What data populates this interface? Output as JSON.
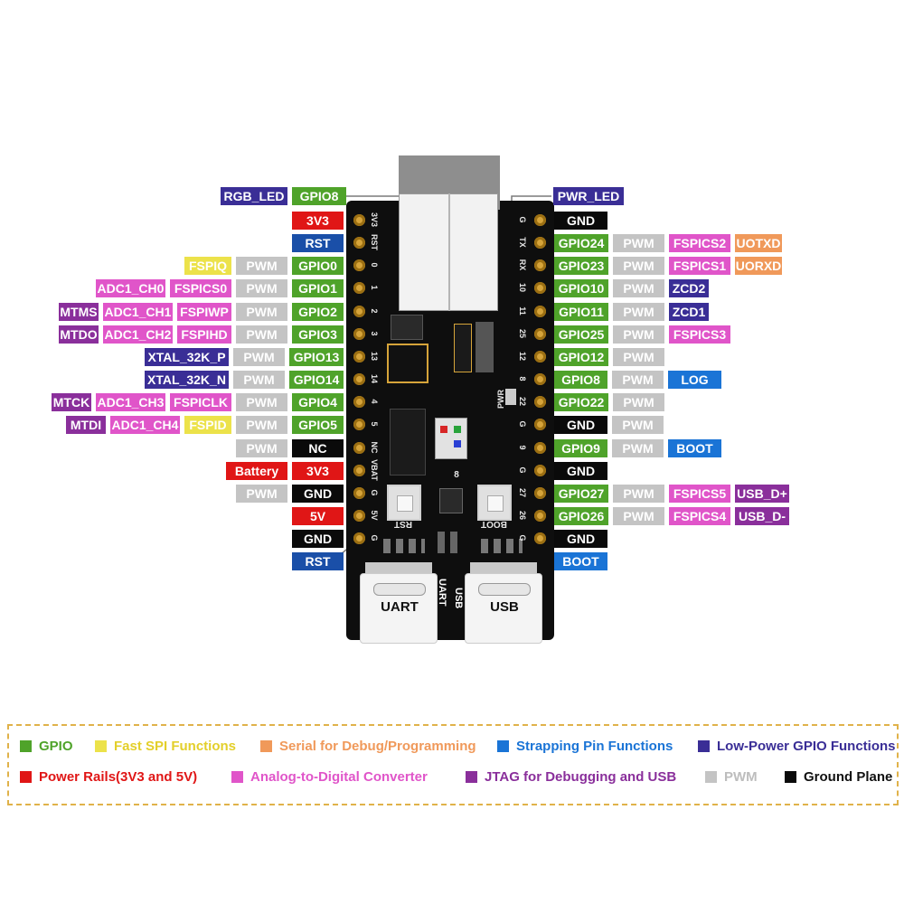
{
  "colors": {
    "gpio": "#4fa32a",
    "spi": "#ece24a",
    "serial": "#f0995a",
    "strap": "#1a74d6",
    "lp": "#3a2e96",
    "power": "#e01616",
    "adc": "#e055c9",
    "jtag": "#8a2f9b",
    "pwm": "#c4c4c4",
    "gnd": "#0a0a0a",
    "rtc": "#3a2e96",
    "vbat_red": "#e01616",
    "rst_blue": "#1a4fa8"
  },
  "top_labels": {
    "rgb_led": "RGB_LED",
    "gpio8": "GPIO8",
    "pwr_led": "PWR_LED"
  },
  "left_rows": [
    {
      "cells": [
        {
          "t": "3V3",
          "c": "power"
        }
      ]
    },
    {
      "cells": [
        {
          "t": "RST",
          "c": "rst_blue"
        }
      ]
    },
    {
      "cells": [
        {
          "t": "FSPIQ",
          "c": "spi"
        },
        {
          "t": "PWM",
          "c": "pwm"
        },
        {
          "t": "GPIO0",
          "c": "gpio"
        }
      ]
    },
    {
      "cells": [
        {
          "t": "ADC1_CH0",
          "c": "adc"
        },
        {
          "t": "FSPICS0",
          "c": "adc"
        },
        {
          "t": "PWM",
          "c": "pwm"
        },
        {
          "t": "GPIO1",
          "c": "gpio"
        }
      ]
    },
    {
      "cells": [
        {
          "t": "MTMS",
          "c": "jtag"
        },
        {
          "t": "ADC1_CH1",
          "c": "adc"
        },
        {
          "t": "FSPIWP",
          "c": "adc"
        },
        {
          "t": "PWM",
          "c": "pwm"
        },
        {
          "t": "GPIO2",
          "c": "gpio"
        }
      ]
    },
    {
      "cells": [
        {
          "t": "MTDO",
          "c": "jtag"
        },
        {
          "t": "ADC1_CH2",
          "c": "adc"
        },
        {
          "t": "FSPIHD",
          "c": "adc"
        },
        {
          "t": "PWM",
          "c": "pwm"
        },
        {
          "t": "GPIO3",
          "c": "gpio"
        }
      ]
    },
    {
      "cells": [
        {
          "t": "XTAL_32K_P",
          "c": "lp"
        },
        {
          "t": "PWM",
          "c": "pwm"
        },
        {
          "t": "GPIO13",
          "c": "gpio"
        }
      ]
    },
    {
      "cells": [
        {
          "t": "XTAL_32K_N",
          "c": "lp"
        },
        {
          "t": "PWM",
          "c": "pwm"
        },
        {
          "t": "GPIO14",
          "c": "gpio"
        }
      ]
    },
    {
      "cells": [
        {
          "t": "MTCK",
          "c": "jtag"
        },
        {
          "t": "ADC1_CH3",
          "c": "adc"
        },
        {
          "t": "FSPICLK",
          "c": "adc"
        },
        {
          "t": "PWM",
          "c": "pwm"
        },
        {
          "t": "GPIO4",
          "c": "gpio"
        }
      ]
    },
    {
      "cells": [
        {
          "t": "MTDI",
          "c": "jtag"
        },
        {
          "t": "ADC1_CH4",
          "c": "adc"
        },
        {
          "t": "FSPID",
          "c": "spi"
        },
        {
          "t": "PWM",
          "c": "pwm"
        },
        {
          "t": "GPIO5",
          "c": "gpio"
        }
      ]
    },
    {
      "cells": [
        {
          "t": "PWM",
          "c": "pwm"
        },
        {
          "t": "NC",
          "c": "gnd"
        }
      ]
    },
    {
      "cells": [
        {
          "t": "Battery",
          "c": "power"
        },
        {
          "t": "3V3",
          "c": "power"
        }
      ]
    },
    {
      "cells": [
        {
          "t": "PWM",
          "c": "pwm"
        },
        {
          "t": "GND",
          "c": "gnd"
        }
      ]
    },
    {
      "cells": [
        {
          "t": "5V",
          "c": "power"
        }
      ]
    },
    {
      "cells": [
        {
          "t": "GND",
          "c": "gnd"
        }
      ]
    },
    {
      "cells": [
        {
          "t": "RST",
          "c": "rst_blue"
        }
      ]
    }
  ],
  "right_rows": [
    {
      "cells": [
        {
          "t": "GND",
          "c": "gnd"
        }
      ]
    },
    {
      "cells": [
        {
          "t": "GPIO24",
          "c": "gpio"
        },
        {
          "t": "PWM",
          "c": "pwm"
        },
        {
          "t": "FSPICS2",
          "c": "adc"
        },
        {
          "t": "UOTXD",
          "c": "serial"
        }
      ]
    },
    {
      "cells": [
        {
          "t": "GPIO23",
          "c": "gpio"
        },
        {
          "t": "PWM",
          "c": "pwm"
        },
        {
          "t": "FSPICS1",
          "c": "adc"
        },
        {
          "t": "UORXD",
          "c": "serial"
        }
      ]
    },
    {
      "cells": [
        {
          "t": "GPIO10",
          "c": "gpio"
        },
        {
          "t": "PWM",
          "c": "pwm"
        },
        {
          "t": "ZCD2",
          "c": "lp"
        }
      ]
    },
    {
      "cells": [
        {
          "t": "GPIO11",
          "c": "gpio"
        },
        {
          "t": "PWM",
          "c": "pwm"
        },
        {
          "t": "ZCD1",
          "c": "lp"
        }
      ]
    },
    {
      "cells": [
        {
          "t": "GPIO25",
          "c": "gpio"
        },
        {
          "t": "PWM",
          "c": "pwm"
        },
        {
          "t": "FSPICS3",
          "c": "adc"
        }
      ]
    },
    {
      "cells": [
        {
          "t": "GPIO12",
          "c": "gpio"
        },
        {
          "t": "PWM",
          "c": "pwm"
        }
      ]
    },
    {
      "cells": [
        {
          "t": "GPIO8",
          "c": "gpio"
        },
        {
          "t": "PWM",
          "c": "pwm"
        },
        {
          "t": "LOG",
          "c": "strap"
        }
      ]
    },
    {
      "cells": [
        {
          "t": "GPIO22",
          "c": "gpio"
        },
        {
          "t": "PWM",
          "c": "pwm"
        }
      ]
    },
    {
      "cells": [
        {
          "t": "GND",
          "c": "gnd"
        },
        {
          "t": "PWM",
          "c": "pwm"
        }
      ]
    },
    {
      "cells": [
        {
          "t": "GPIO9",
          "c": "gpio"
        },
        {
          "t": "PWM",
          "c": "pwm"
        },
        {
          "t": "BOOT",
          "c": "strap"
        }
      ]
    },
    {
      "cells": [
        {
          "t": "GND",
          "c": "gnd"
        }
      ]
    },
    {
      "cells": [
        {
          "t": "GPIO27",
          "c": "gpio"
        },
        {
          "t": "PWM",
          "c": "pwm"
        },
        {
          "t": "FSPICS5",
          "c": "adc"
        },
        {
          "t": "USB_D+",
          "c": "jtag"
        }
      ]
    },
    {
      "cells": [
        {
          "t": "GPIO26",
          "c": "gpio"
        },
        {
          "t": "PWM",
          "c": "pwm"
        },
        {
          "t": "FSPICS4",
          "c": "adc"
        },
        {
          "t": "USB_D-",
          "c": "jtag"
        }
      ]
    },
    {
      "cells": [
        {
          "t": "GND",
          "c": "gnd"
        }
      ]
    },
    {
      "cells": [
        {
          "t": "BOOT",
          "c": "strap"
        }
      ]
    }
  ],
  "silk_left": [
    "3V3",
    "RST",
    "0",
    "1",
    "2",
    "3",
    "13",
    "14",
    "4",
    "5",
    "NC",
    "VBAT",
    "G",
    "5V",
    "G",
    ""
  ],
  "silk_right": [
    "G",
    "TX",
    "RX",
    "10",
    "11",
    "25",
    "12",
    "8",
    "22",
    "G",
    "9",
    "G",
    "27",
    "26",
    "G",
    ""
  ],
  "board_text": {
    "rst_btn": "RST",
    "boot_btn": "BOOT",
    "pwr": "PWR",
    "chip_num": "8",
    "uart": "UART",
    "usb": "USB",
    "uart_tag": "UART",
    "usb_tag": "USB"
  },
  "legend": [
    {
      "label": "GPIO",
      "c": "gpio"
    },
    {
      "label": "Fast SPI Functions",
      "c": "spi"
    },
    {
      "label": "Serial for Debug/Programming",
      "c": "serial"
    },
    {
      "label": "Strapping Pin Functions",
      "c": "strap"
    },
    {
      "label": "Low-Power GPIO Functions",
      "c": "lp"
    },
    {
      "label": "Power Rails(3V3 and 5V)",
      "c": "power"
    },
    {
      "label": "Analog-to-Digital Converter",
      "c": "adc"
    },
    {
      "label": "JTAG for Debugging and USB",
      "c": "jtag"
    },
    {
      "label": "PWM",
      "c": "pwm"
    },
    {
      "label": "Ground Plane",
      "c": "gnd"
    }
  ]
}
